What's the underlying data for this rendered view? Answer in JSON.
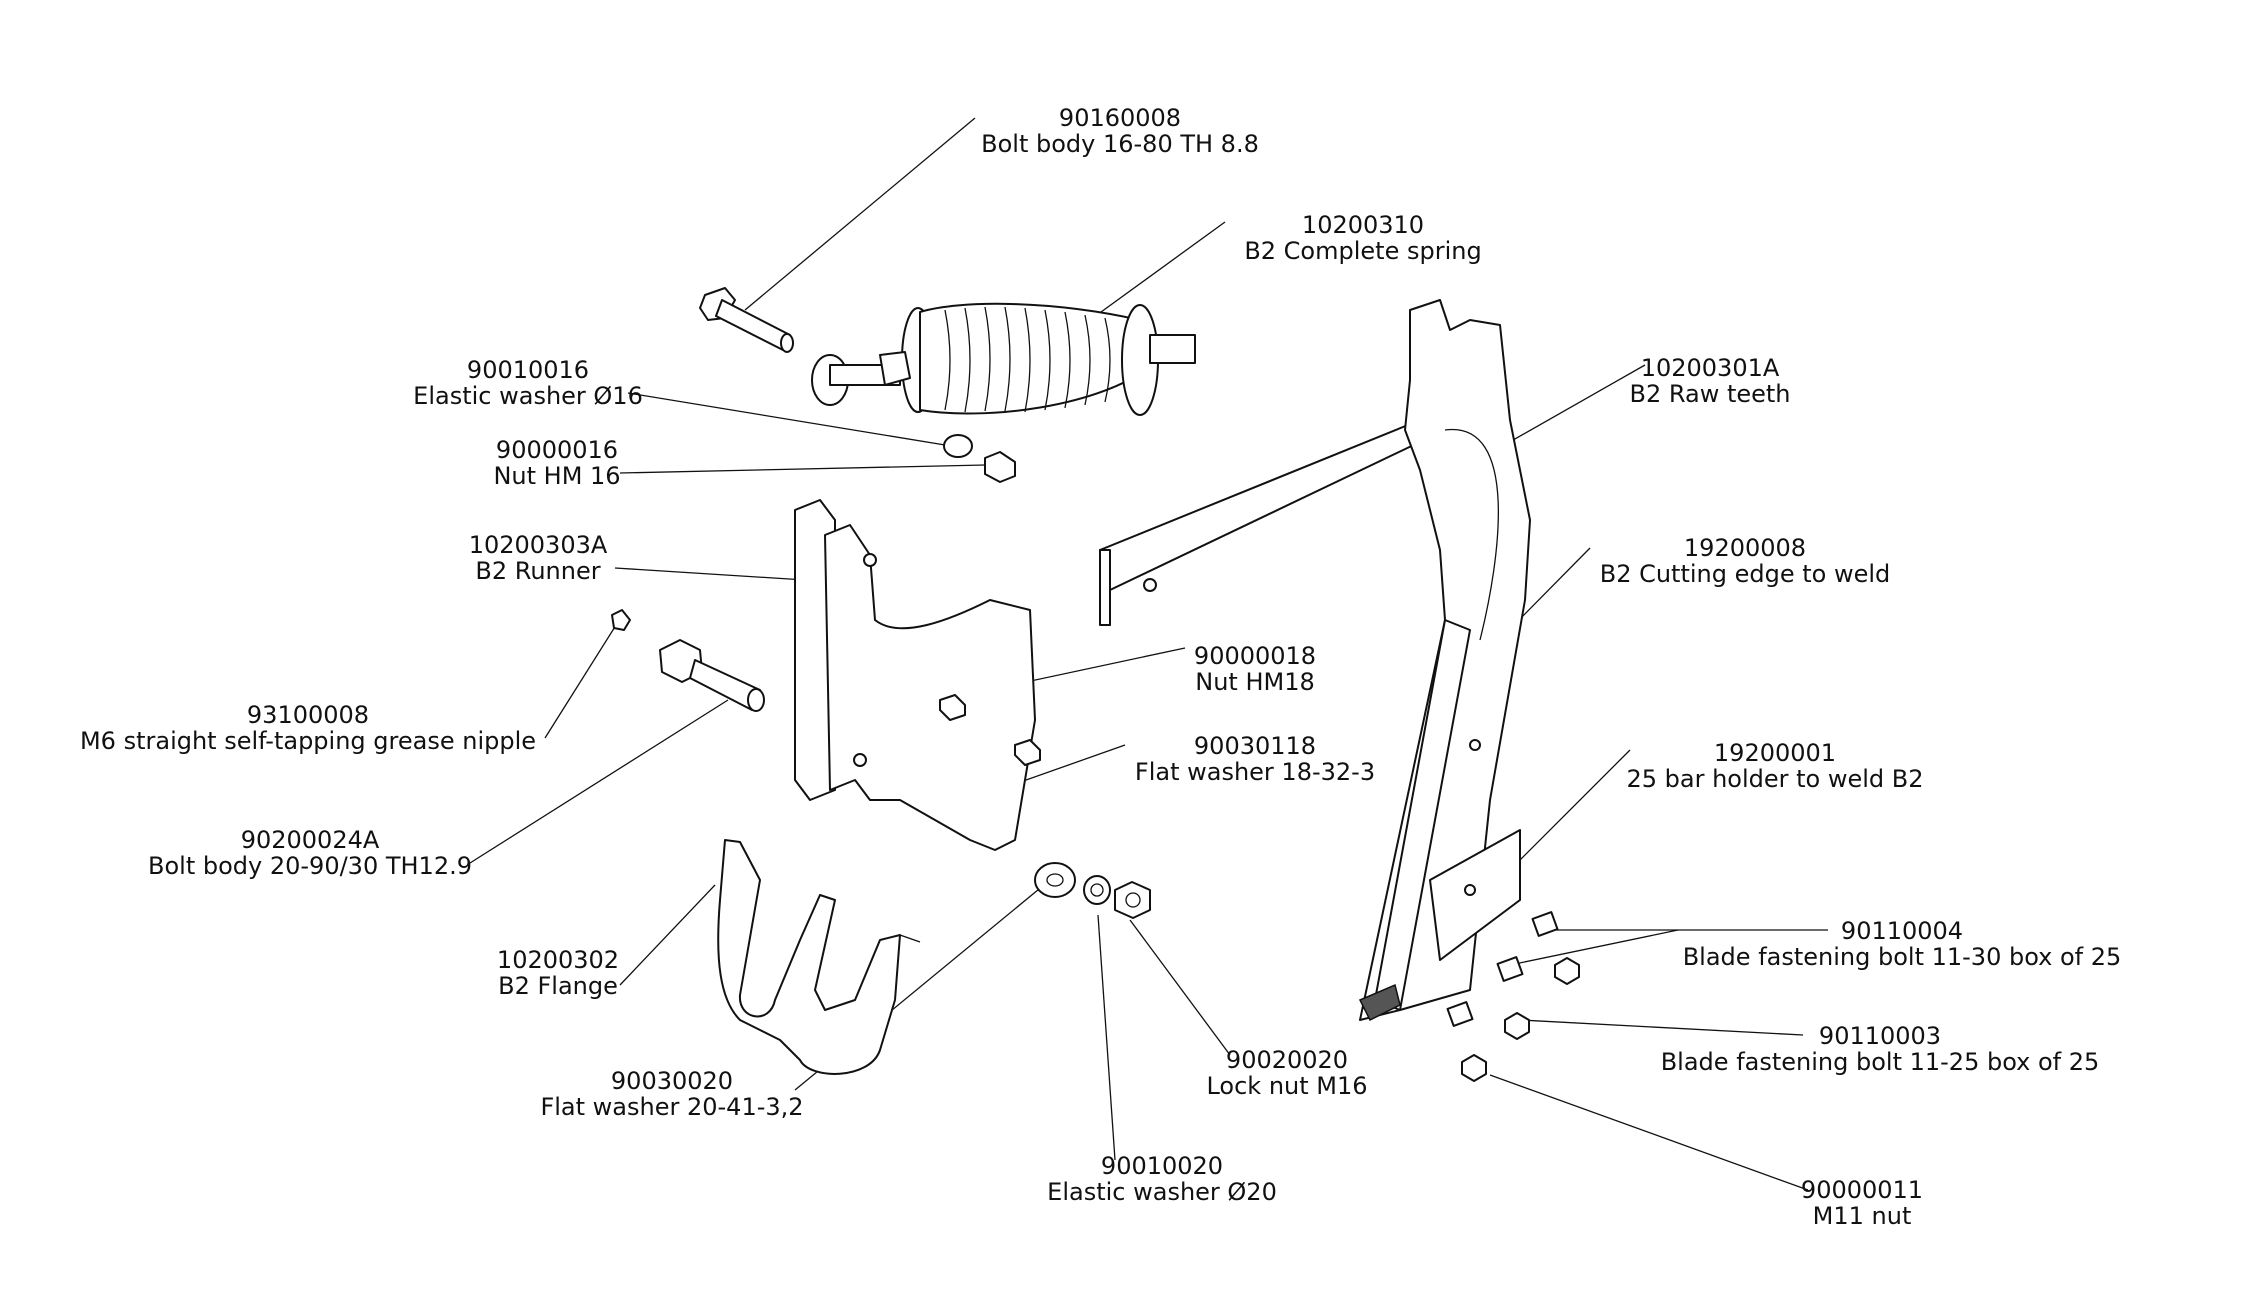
{
  "diagram": {
    "type": "exploded-parts-view",
    "callouts": [
      {
        "id": "bolt-body-16-80",
        "part_number": "90160008",
        "description": "Bolt body 16-80 TH 8.8"
      },
      {
        "id": "complete-spring",
        "part_number": "10200310",
        "description": "B2 Complete spring"
      },
      {
        "id": "elastic-washer-16",
        "part_number": "90010016",
        "description": "Elastic washer Ø16"
      },
      {
        "id": "nut-hm16",
        "part_number": "90000016",
        "description": "Nut HM 16"
      },
      {
        "id": "raw-teeth",
        "part_number": "10200301A",
        "description": "B2 Raw teeth"
      },
      {
        "id": "runner",
        "part_number": "10200303A",
        "description": "B2 Runner"
      },
      {
        "id": "cutting-edge",
        "part_number": "19200008",
        "description": "B2 Cutting edge to weld"
      },
      {
        "id": "nut-hm18",
        "part_number": "90000018",
        "description": "Nut HM18"
      },
      {
        "id": "grease-nipple",
        "part_number": "93100008",
        "description": "M6 straight self-tapping grease nipple"
      },
      {
        "id": "flat-washer-18",
        "part_number": "90030118",
        "description": "Flat washer 18-32-3"
      },
      {
        "id": "bar-holder",
        "part_number": "19200001",
        "description": "25 bar holder to weld B2"
      },
      {
        "id": "bolt-body-20-90",
        "part_number": "90200024A",
        "description": "Bolt body 20-90/30 TH12.9"
      },
      {
        "id": "blade-bolt-11-30",
        "part_number": "90110004",
        "description": "Blade fastening bolt 11-30 box of 25"
      },
      {
        "id": "flange",
        "part_number": "10200302",
        "description": "B2 Flange"
      },
      {
        "id": "blade-bolt-11-25",
        "part_number": "90110003",
        "description": "Blade fastening bolt 11-25 box of 25"
      },
      {
        "id": "flat-washer-20",
        "part_number": "90030020",
        "description": "Flat washer 20-41-3,2"
      },
      {
        "id": "lock-nut-m16",
        "part_number": "90020020",
        "description": "Lock nut M16"
      },
      {
        "id": "elastic-washer-20",
        "part_number": "90010020",
        "description": "Elastic washer Ø20"
      },
      {
        "id": "m11-nut",
        "part_number": "90000011",
        "description": "M11 nut"
      }
    ]
  }
}
